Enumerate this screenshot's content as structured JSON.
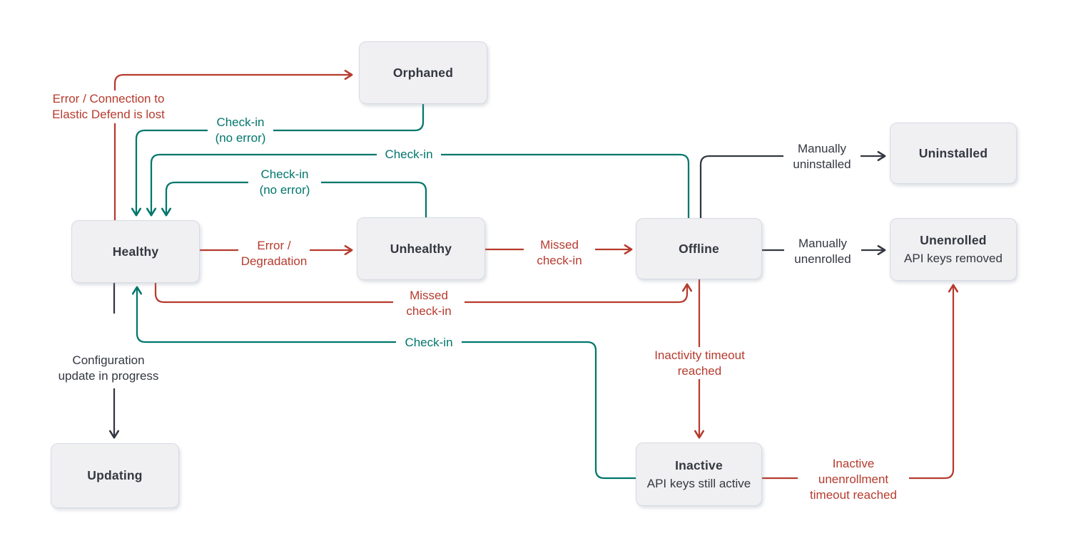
{
  "colors": {
    "error": "#b63b2e",
    "success": "#00766c",
    "neutral": "#343741",
    "state_fill": "#f0f0f2",
    "state_border": "#d6dbe4"
  },
  "states": {
    "orphaned": {
      "label": "Orphaned"
    },
    "healthy": {
      "label": "Healthy"
    },
    "unhealthy": {
      "label": "Unhealthy"
    },
    "offline": {
      "label": "Offline"
    },
    "uninstalled": {
      "label": "Uninstalled"
    },
    "unenrolled": {
      "label": "Unenrolled",
      "sublabel": "API keys removed"
    },
    "updating": {
      "label": "Updating"
    },
    "inactive": {
      "label": "Inactive",
      "sublabel": "API keys still active"
    }
  },
  "edge_labels": {
    "error_connection": "Error / Connection to\nElastic Defend is lost",
    "checkin_no_error_from_orphaned": "Check-in\n(no error)",
    "checkin_from_offline": "Check-in",
    "checkin_no_error_from_unhealthy": "Check-in\n(no error)",
    "error_degradation": "Error /\nDegradation",
    "missed_checkin_unhealthy_to_offline": "Missed\ncheck-in",
    "manually_uninstalled": "Manually\nuninstalled",
    "manually_unenrolled": "Manually\nunenrolled",
    "missed_checkin_healthy_to_offline": "Missed\ncheck-in",
    "checkin_from_inactive": "Check-in",
    "configuration_update": "Configuration\nupdate in progress",
    "inactivity_timeout": "Inactivity timeout\nreached",
    "inactive_unenrollment_timeout": "Inactive\nunenrollment\ntimeout reached"
  }
}
